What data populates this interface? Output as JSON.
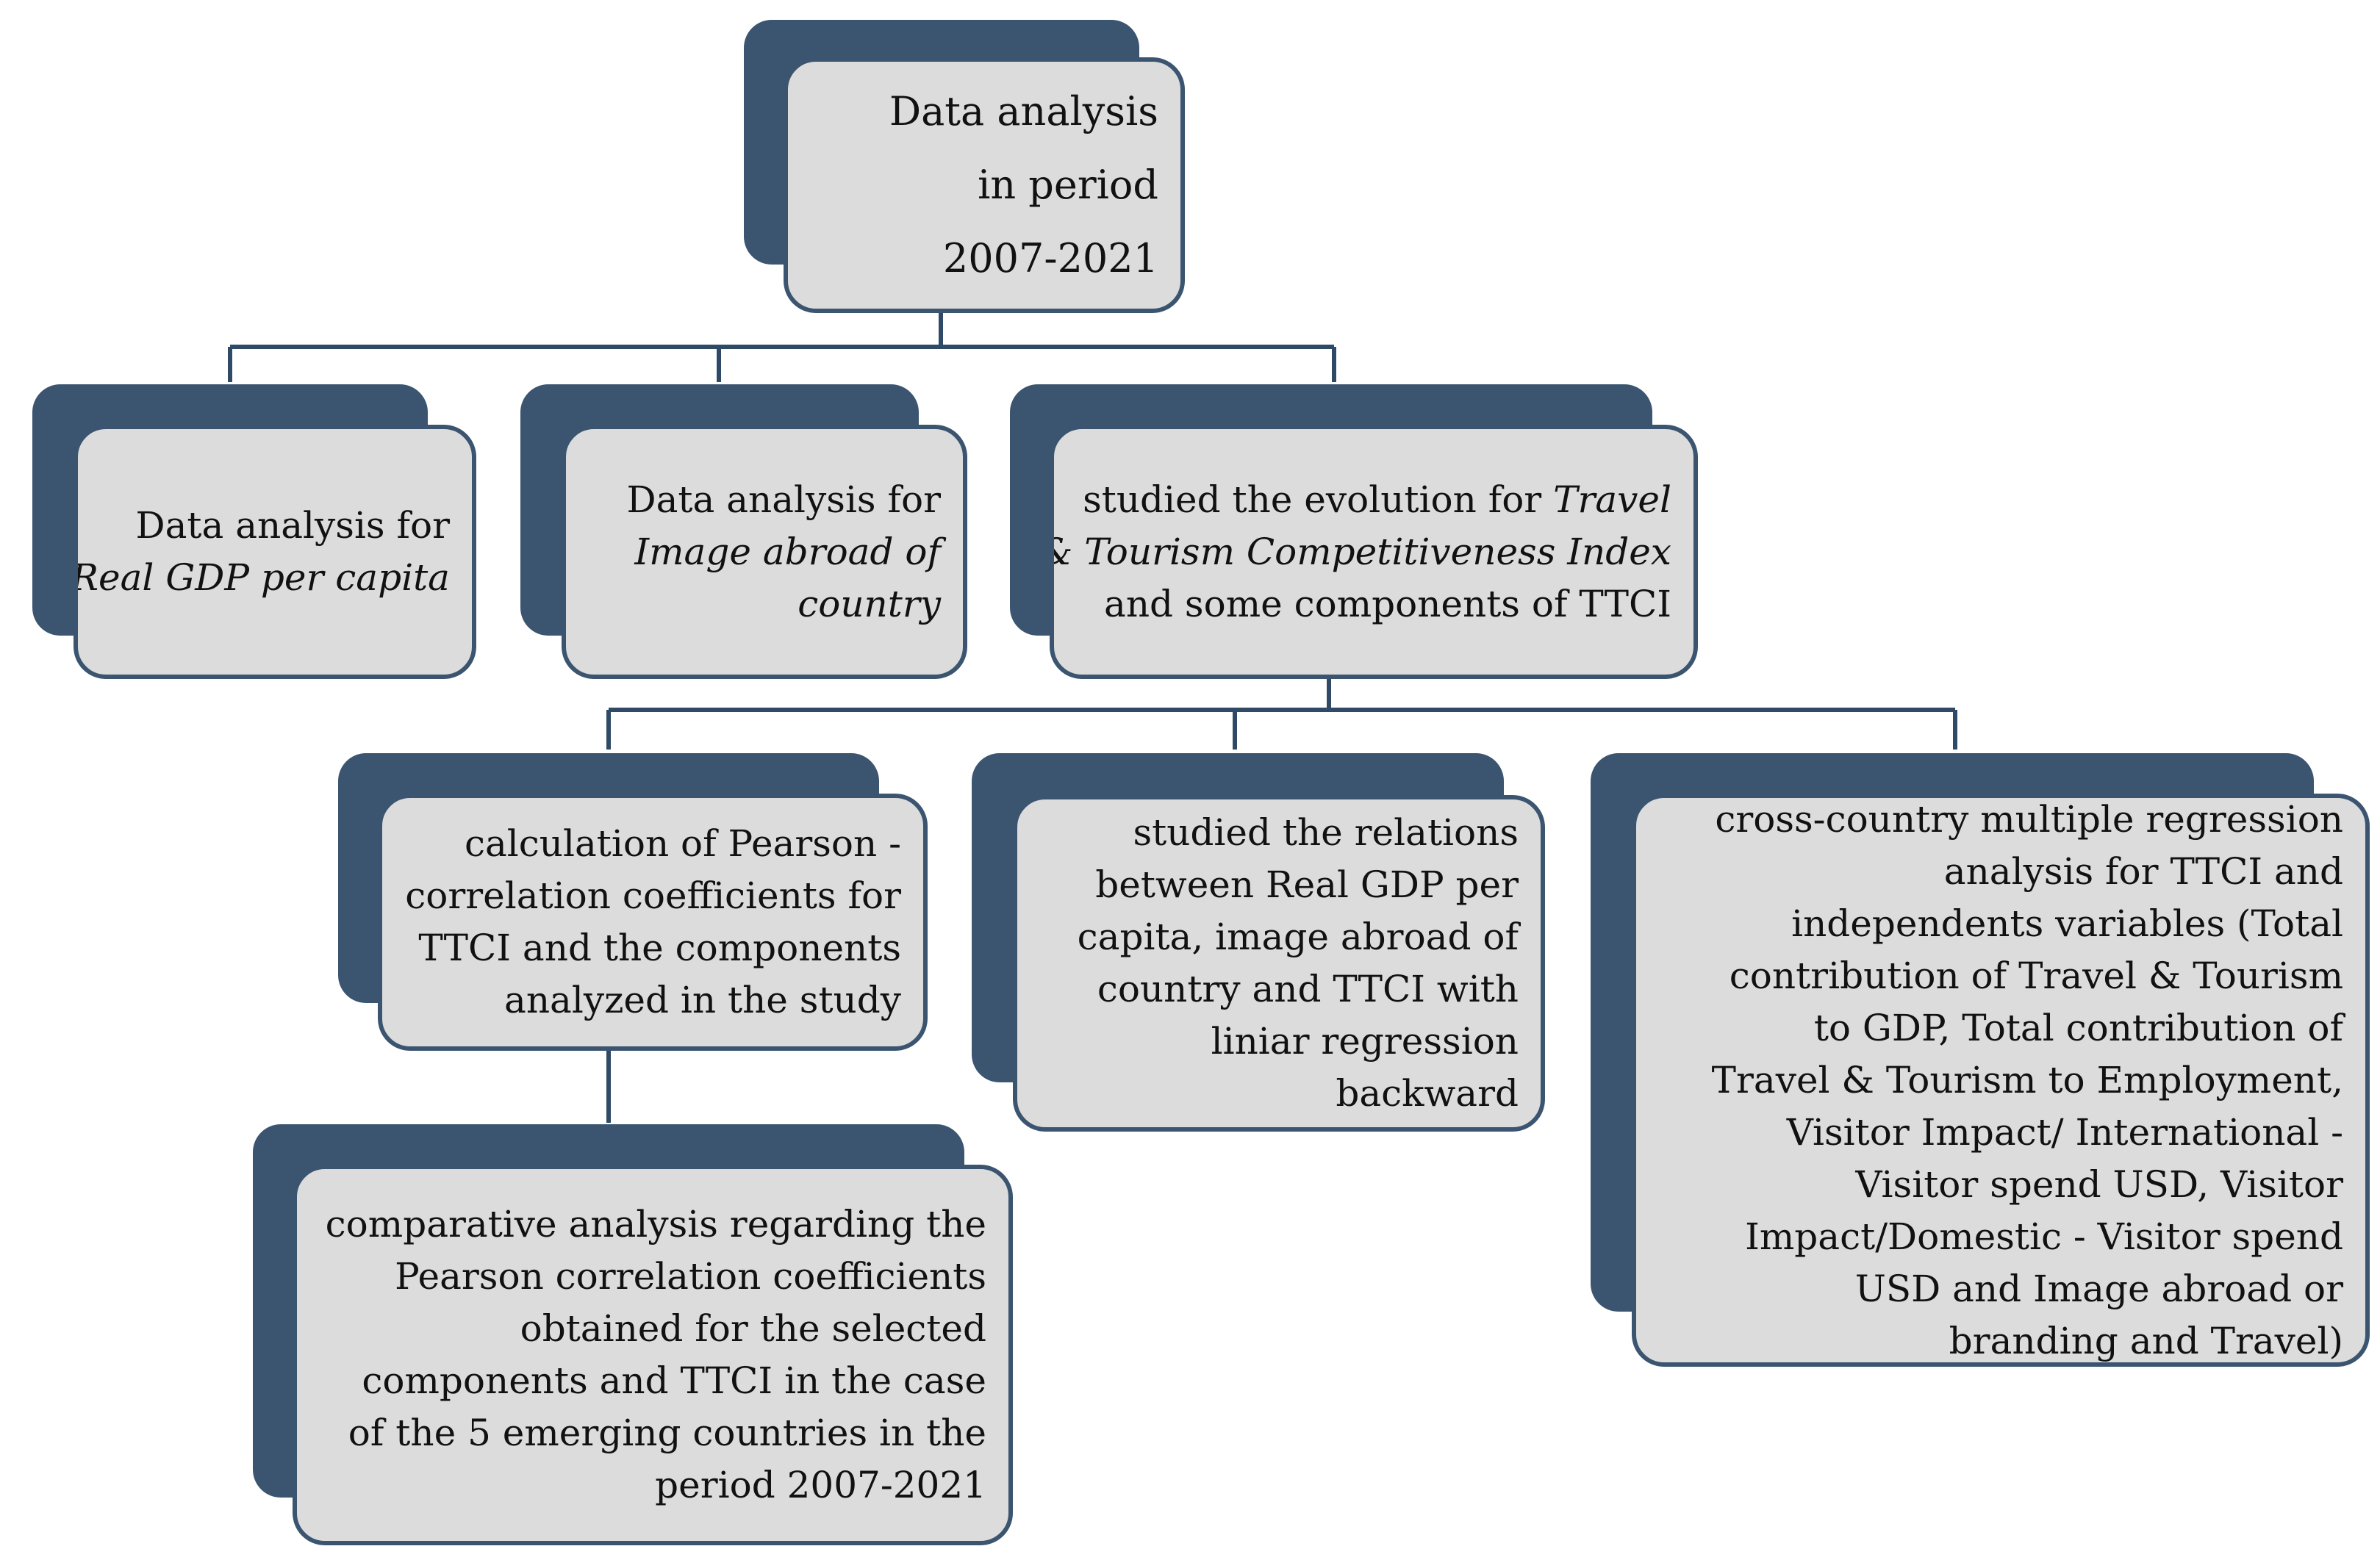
{
  "nodes": {
    "root": [
      "Data analysis",
      "in period",
      "2007-2021"
    ],
    "gdp": [
      "Data analysis  for",
      "Real GDP per capita"
    ],
    "image": [
      "Data analysis  for",
      "Image abroad of",
      "country"
    ],
    "ttci": [
      "studied the evolution for Travel",
      "& Tourism Competitiveness Index",
      "and some components of TTCI"
    ],
    "pearson": [
      "calculation of Pearson -",
      "correlation coefficients for",
      "TTCI and the components",
      "analyzed in the study"
    ],
    "relations": [
      "studied the relations",
      "between Real GDP per",
      "capita, image abroad of",
      "country and TTCI with",
      "liniar regression",
      "backward"
    ],
    "crosscountry": [
      "cross-country multiple regression",
      "analysis  for TTCI and",
      "independents variables (Total",
      "contribution of Travel & Tourism",
      "to GDP, Total contribution of",
      "Travel & Tourism to Employment,",
      "Visitor Impact/ International -",
      "Visitor spend USD, Visitor",
      "Impact/Domestic - Visitor spend",
      "USD and Image abroad or",
      "branding and Travel)"
    ],
    "comparative": [
      "comparative analysis regarding the",
      "Pearson correlation coefficients",
      "obtained for the selected",
      "components and TTCI in the case",
      "of the 5 emerging countries in the",
      "period 2007-2021"
    ]
  },
  "colors": {
    "shadow": "#3b5570",
    "card_fill": "#dcdcdc",
    "border": "#3b5570",
    "connector": "#2f4a66"
  }
}
